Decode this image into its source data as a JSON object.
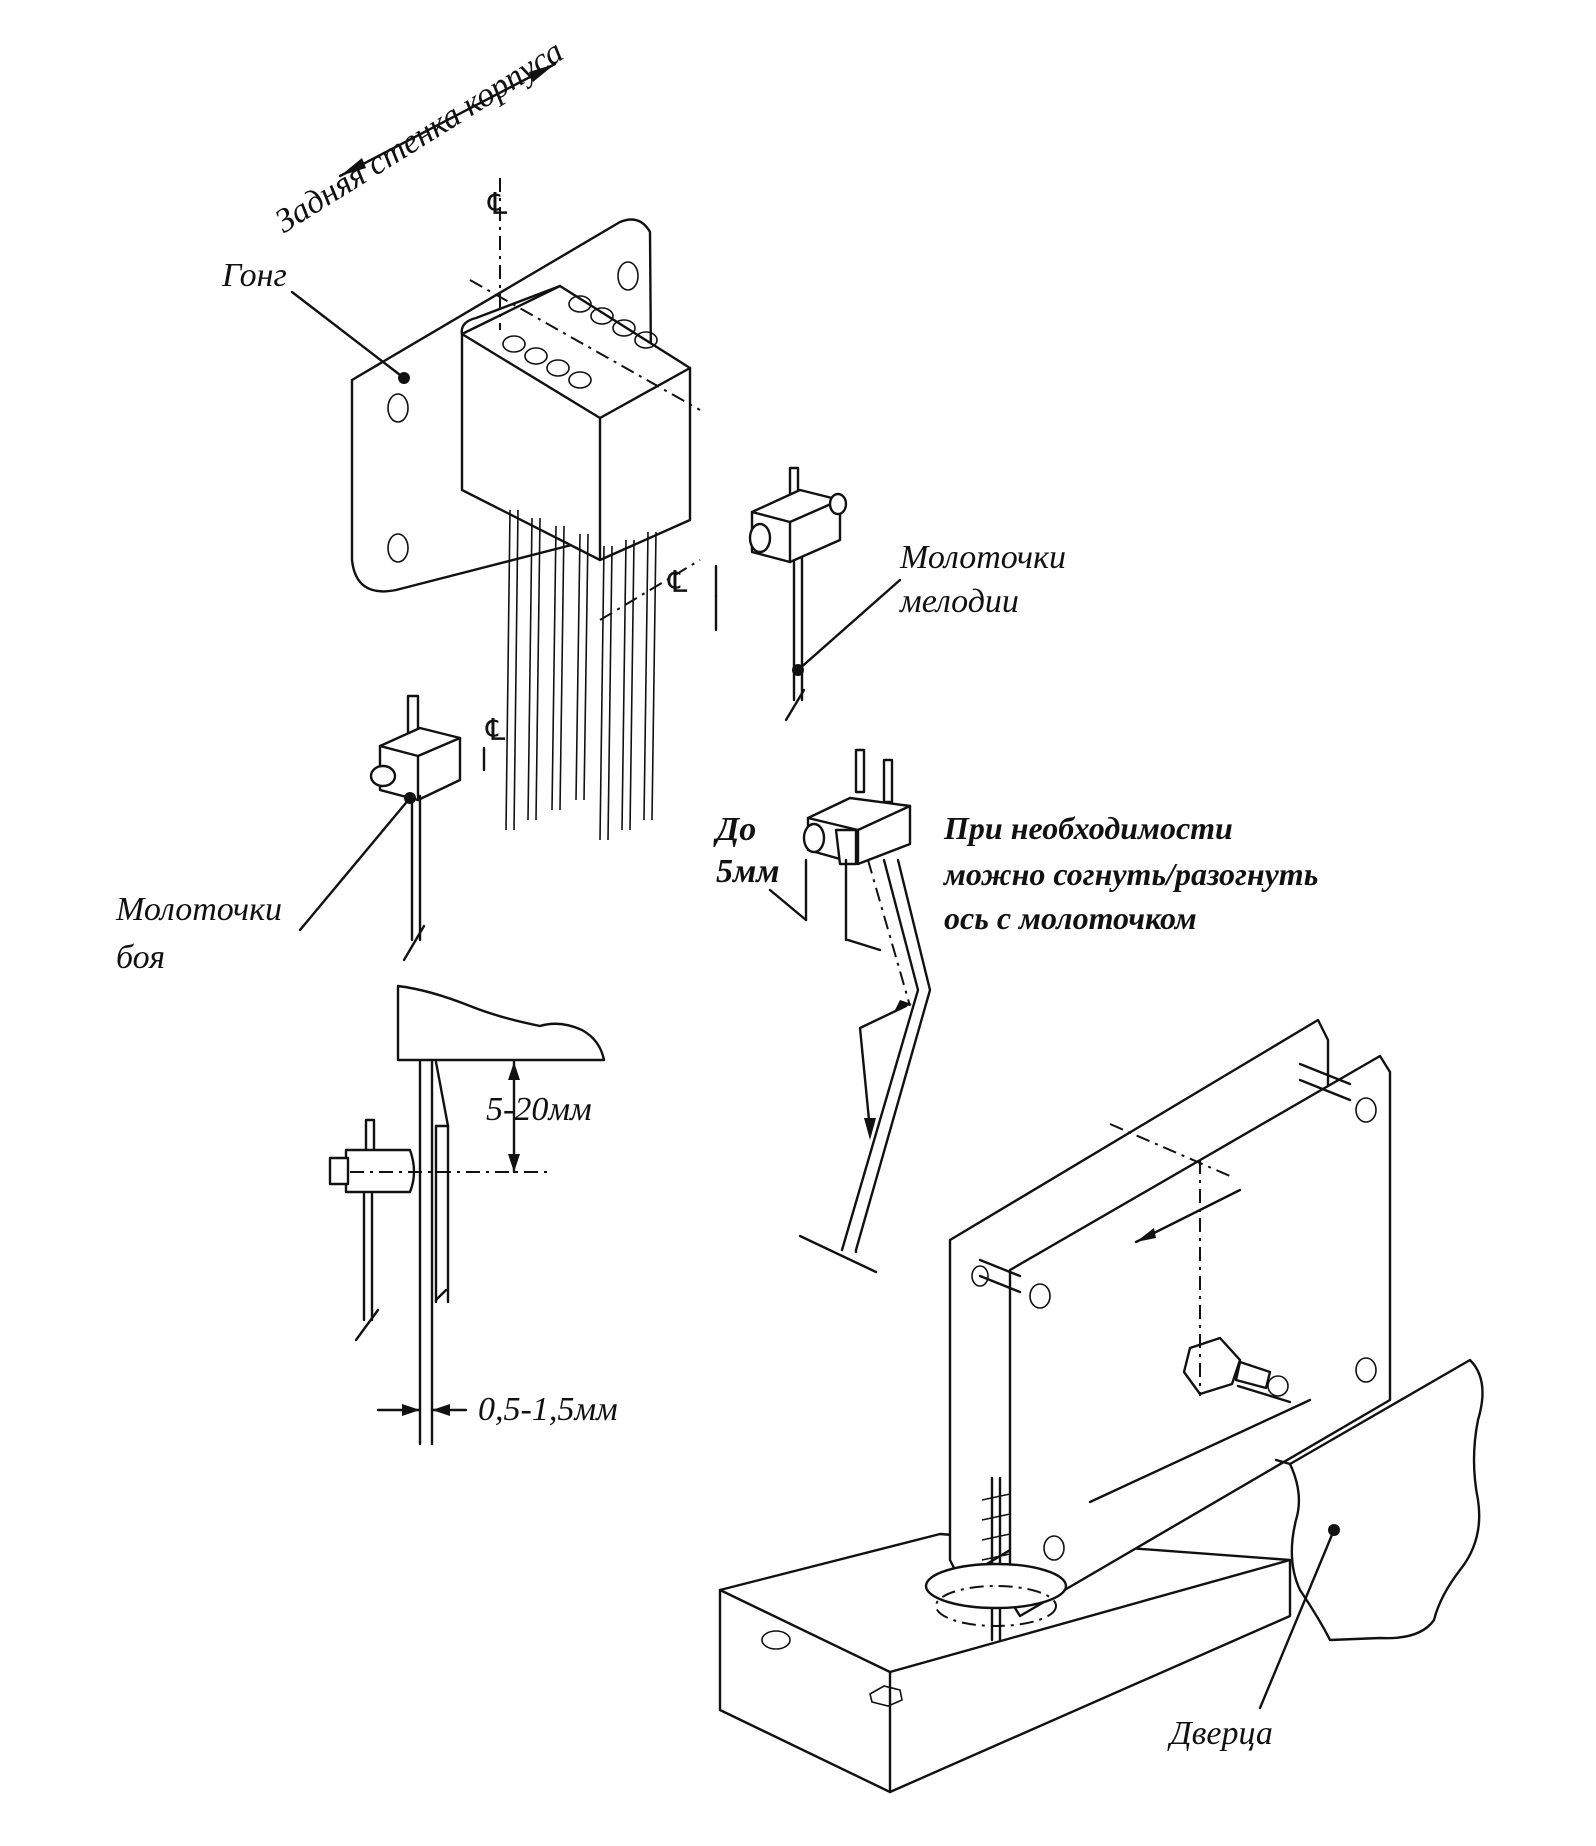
{
  "labels": {
    "back_wall": "Задняя стенка корпуса",
    "gong": "Гонг",
    "melody_hammers_1": "Молоточки",
    "melody_hammers_2": "мелодии",
    "strike_hammers_1": "Молоточки",
    "strike_hammers_2": "боя",
    "up_to_1": "До",
    "up_to_2": "5мм",
    "note_1": "При необходимости",
    "note_2": "можно согнуть/разогнуть",
    "note_3": "ось с молоточком",
    "gap_5_20": "5-20мм",
    "gap_05_15": "0,5-1,5мм",
    "door": "Дверца"
  },
  "centerline_symbol": "CL"
}
